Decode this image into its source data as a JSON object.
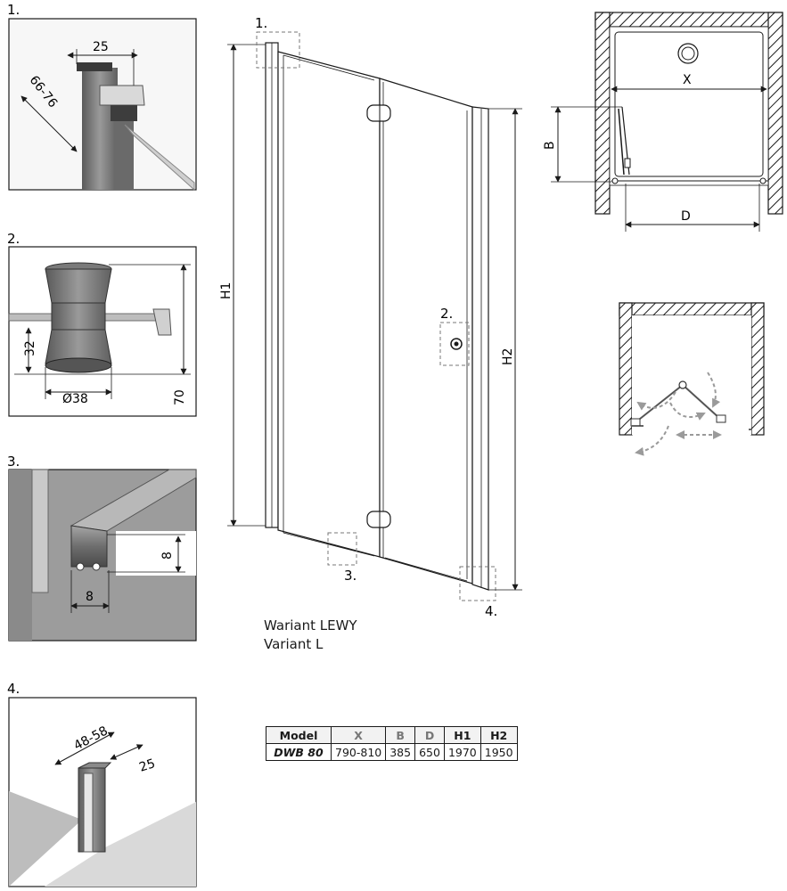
{
  "details": [
    {
      "number": "1.",
      "dims": [
        "25",
        "66-76"
      ]
    },
    {
      "number": "2.",
      "dims": [
        "32",
        "Ø38",
        "70"
      ]
    },
    {
      "number": "3.",
      "dims": [
        "8",
        "8"
      ]
    },
    {
      "number": "4.",
      "dims": [
        "48-58",
        "25"
      ]
    }
  ],
  "door": {
    "callouts": [
      "1.",
      "2.",
      "3.",
      "4."
    ],
    "h1_label": "H1",
    "h2_label": "H2"
  },
  "plan": {
    "x_label": "X",
    "b_label": "B",
    "d_label": "D"
  },
  "variant": {
    "line1": "Wariant LEWY",
    "line2": "Variant L"
  },
  "table": {
    "headers": [
      "Model",
      "X",
      "B",
      "D",
      "H1",
      "H2"
    ],
    "rows": [
      [
        "DWB 80",
        "790-810",
        "385",
        "650",
        "1970",
        "1950"
      ]
    ]
  },
  "colors": {
    "line": "#1a1a1a",
    "hatch": "#1a1a1a",
    "metal_dark": "#5c5c5c",
    "metal_mid": "#8a8a8a",
    "metal_light": "#bdbdbd",
    "arrow_dashed": "#9a9a9a"
  }
}
